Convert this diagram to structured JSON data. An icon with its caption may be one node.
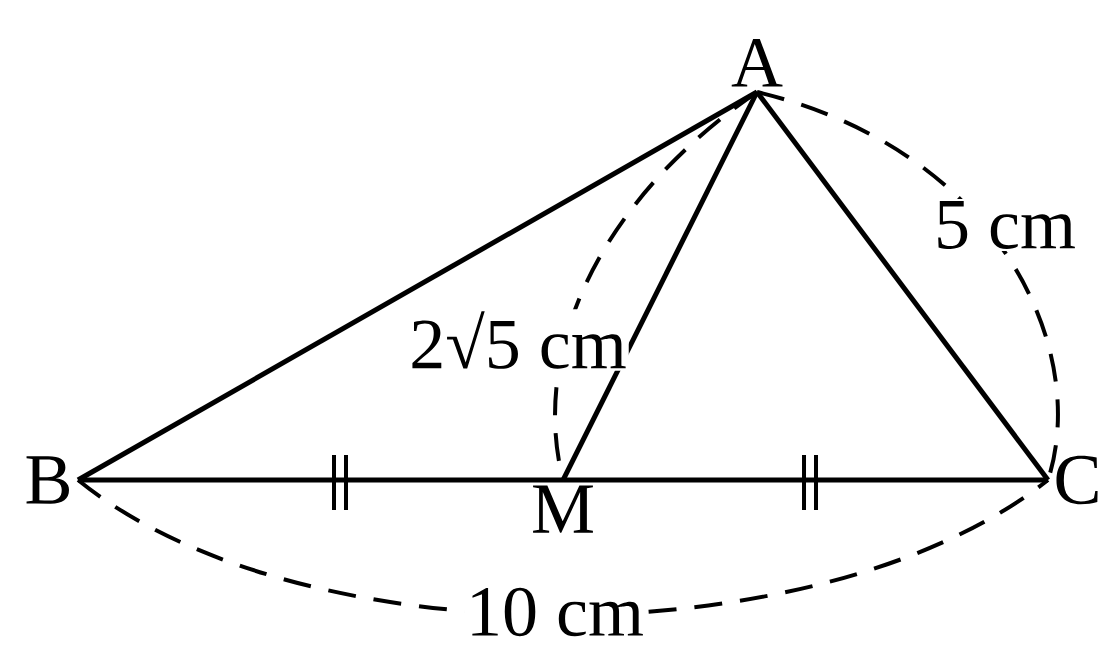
{
  "diagram": {
    "nodes": [
      {
        "text": [
          "A"
        ]
      },
      {
        "text": [
          "B"
        ]
      },
      {
        "text": [
          "C"
        ]
      },
      {
        "text": [
          "M"
        ]
      }
    ],
    "edges": [
      {
        "from": 1,
        "to": 0,
        "arrow": "none"
      },
      {
        "from": 0,
        "to": 3,
        "arrow": "none"
      },
      {
        "from": 0,
        "to": 2,
        "arrow": "none"
      },
      {
        "from": 1,
        "to": 3,
        "arrow": "none"
      },
      {
        "from": 3,
        "to": 2,
        "arrow": "none"
      }
    ],
    "labels": [
      "5 cm",
      "2√5 cm",
      "10 cm"
    ]
  }
}
